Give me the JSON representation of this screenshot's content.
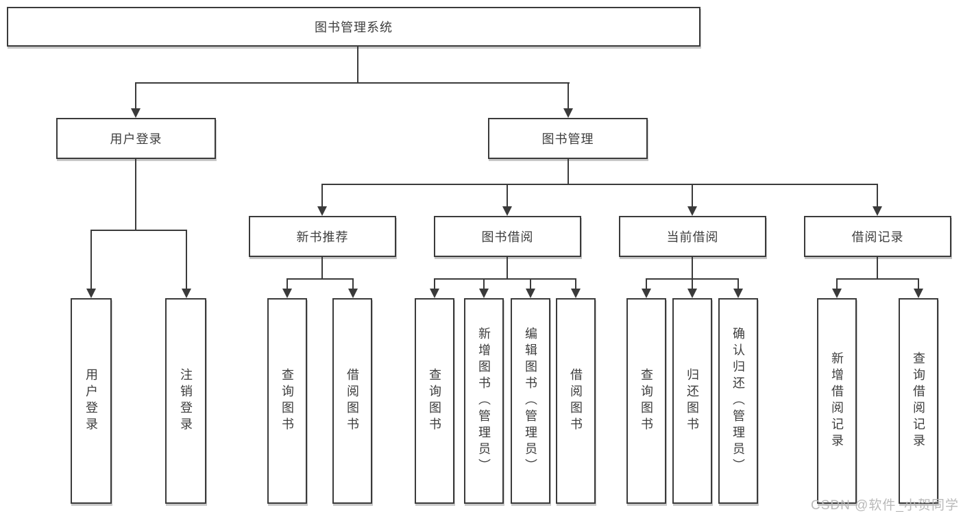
{
  "nodes": {
    "root": "图书管理系统",
    "l2": [
      "用户登录",
      "图书管理"
    ],
    "l3": [
      "新书推荐",
      "图书借阅",
      "当前借阅",
      "借阅记录"
    ],
    "leaves_user": [
      "用户登录",
      "注销登录"
    ],
    "leaves_newbook": [
      "查询图书",
      "借阅图书"
    ],
    "leaves_borrow": [
      "查询图书",
      "新增图书（管理员）",
      "编辑图书（管理员）",
      "借阅图书"
    ],
    "leaves_current": [
      "查询图书",
      "归还图书",
      "确认归还（管理员）"
    ],
    "leaves_record": [
      "新增借阅记录",
      "查询借阅记录"
    ]
  },
  "watermark": "CSDN @软件_小贺同学",
  "colors": {
    "line": "#3a3a3a",
    "text": "#3d3d3d",
    "box_fill": "#ffffff",
    "background": "#ffffff",
    "watermark": "#b9b9b9"
  },
  "icons": {
    "arrow_down": "▼"
  }
}
